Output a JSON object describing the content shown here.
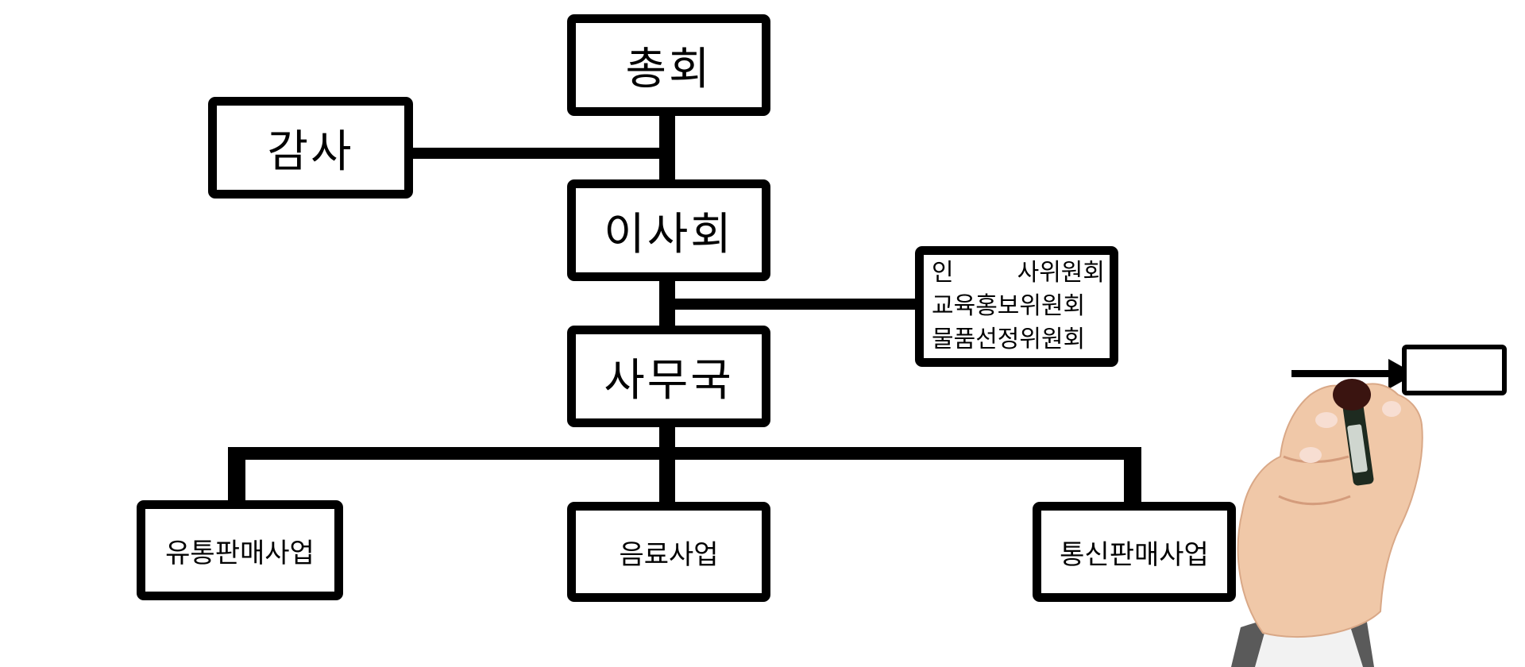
{
  "org_chart": {
    "general_assembly": "총회",
    "audit": "감사",
    "board": "이사회",
    "secretariat": "사무국",
    "committees": {
      "personnel": [
        "인",
        "사위원회"
      ],
      "education": "교육홍보위원회",
      "goods": "물품선정위원회"
    },
    "departments": [
      "유통판매사업",
      "음료사업",
      "통신판매사업"
    ]
  },
  "colors": {
    "ink": "#000000",
    "paper": "#ffffff",
    "skin": "#f0c8a8",
    "marker_cap": "#3a1410"
  },
  "decoration": {
    "hand_icon": "hand-holding-marker-icon",
    "arrow_icon": "arrow-right-icon"
  }
}
